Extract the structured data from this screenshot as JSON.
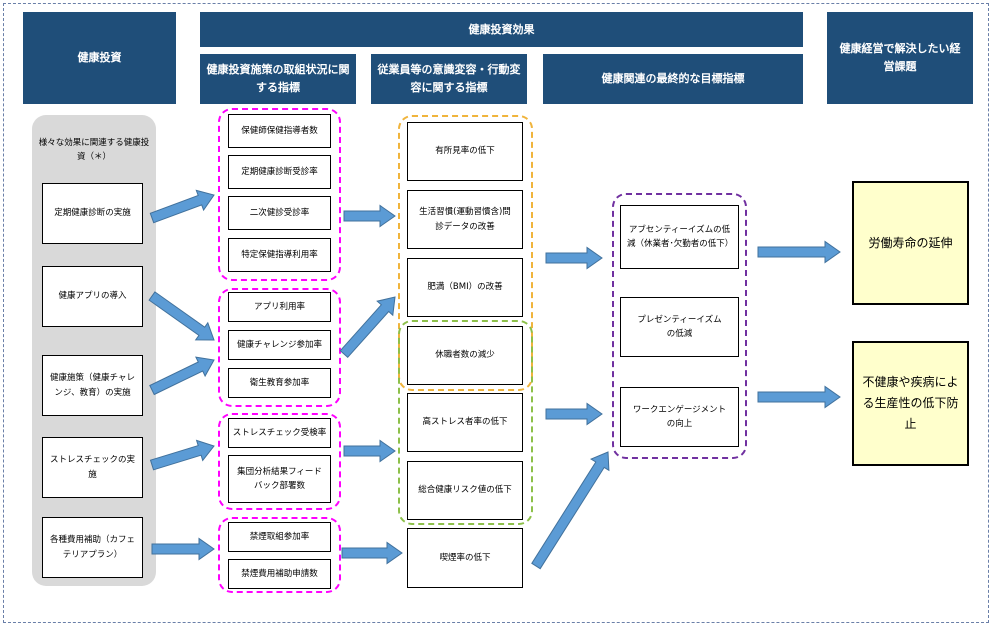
{
  "headers": {
    "investment": "健康投資",
    "effect": "健康投資効果",
    "measures": "健康投資施策の取組状況に関する指標",
    "awareness": "従業員等の意識変容・行動変容に関する指標",
    "final": "健康関連の最終的な目標指標",
    "issues": "健康経営で解決したい経営課題"
  },
  "investment_note": "様々な効果に関連する健康投資（＊）",
  "investments": [
    "定期健康診断の実施",
    "健康アプリの導入",
    "健康施策（健康チャレンジ、教育）の実施",
    "ストレスチェックの実施",
    "各種費用補助（カフェテリアプラン）"
  ],
  "measures": [
    "保健師保健指導者数",
    "定期健康診断受診率",
    "二次健診受診率",
    "特定保健指導利用率",
    "アプリ利用率",
    "健康チャレンジ参加率",
    "衛生教育参加率",
    "ストレスチェック受検率",
    "集団分析結果フィードバック部署数",
    "禁煙取組参加率",
    "禁煙費用補助申請数"
  ],
  "awareness": [
    "有所見率の低下",
    "生活習慣(運動習慣含)問診データの改善",
    "肥満（BMI）の改善",
    "休職者数の減少",
    "高ストレス者率の低下",
    "総合健康リスク値の低下",
    "喫煙率の低下"
  ],
  "final": [
    "アブセンティーイズムの低減（休業者･欠勤者の低下）",
    "プレゼンティーイズムの低減",
    "ワークエンゲージメントの向上"
  ],
  "goals": [
    "労働寿命の延伸",
    "不健康や疾病による生産性の低下防止"
  ],
  "colors": {
    "header": "#1f4e79",
    "arrow": "#5b9bd5",
    "group_magenta": "#ff00ff",
    "group_orange": "#f0b43c",
    "group_green": "#8dc04a",
    "group_purple": "#7030a0",
    "goal_fill": "#ffffcc",
    "investment_area": "#d9d9d9"
  }
}
